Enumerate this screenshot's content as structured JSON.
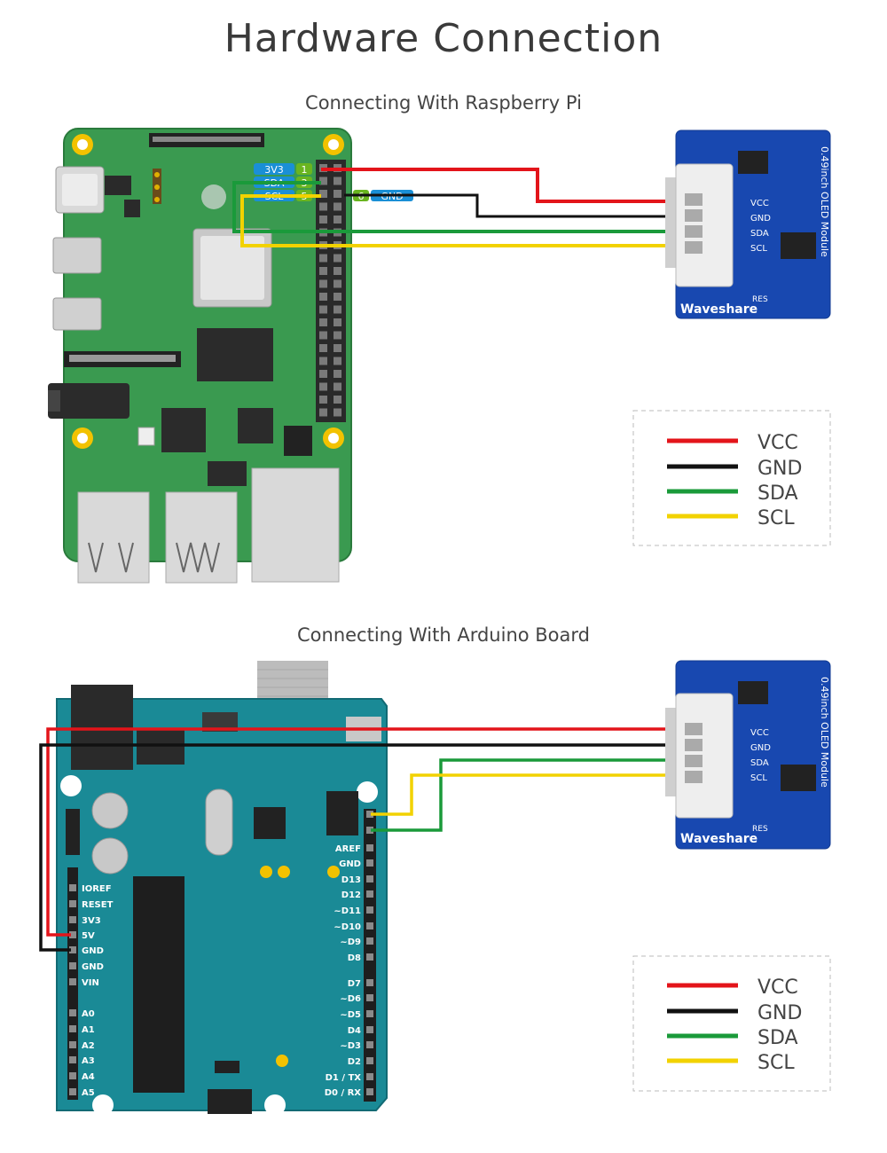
{
  "title": "Hardware Connection",
  "rpi": {
    "section_title": "Connecting With Raspberry Pi",
    "pin_labels": [
      {
        "name": "3V3",
        "pin": "1"
      },
      {
        "name": "SDA",
        "pin": "3"
      },
      {
        "name": "SCL",
        "pin": "5"
      }
    ],
    "gnd_pin": "6",
    "gnd_label": "GND"
  },
  "arduino": {
    "section_title": "Connecting With Arduino Board",
    "left_pins": [
      "IOREF",
      "RESET",
      "3V3",
      "5V",
      "GND",
      "GND",
      "VIN",
      "A0",
      "A1",
      "A2",
      "A3",
      "A4",
      "A5"
    ],
    "right_pins": [
      "AREF",
      "GND",
      "D13",
      "D12",
      "~D11",
      "~D10",
      "~D9",
      "D8",
      "D7",
      "~D6",
      "~D5",
      "D4",
      "~D3",
      "D2",
      "D1 / TX",
      "D0 / RX"
    ]
  },
  "module": {
    "brand": "Waveshare",
    "name": "0.49inch OLED Module",
    "pins": [
      "VCC",
      "GND",
      "SDA",
      "SCL"
    ],
    "res_label": "RES"
  },
  "legend": [
    {
      "label": "VCC",
      "color": "#e3141a"
    },
    {
      "label": "GND",
      "color": "#111111"
    },
    {
      "label": "SDA",
      "color": "#1a9a3a"
    },
    {
      "label": "SCL",
      "color": "#f2d200"
    }
  ]
}
